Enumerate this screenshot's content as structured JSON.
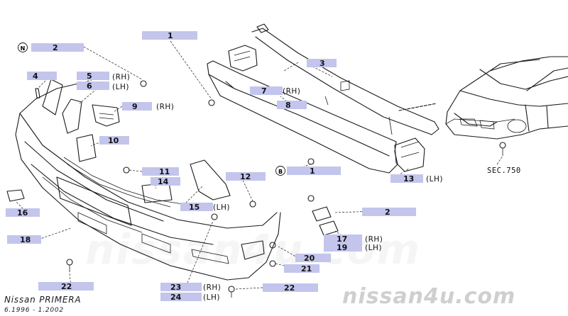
{
  "callouts": [
    {
      "num": "1",
      "side": ""
    },
    {
      "num": "2",
      "side": ""
    },
    {
      "num": "3",
      "side": ""
    },
    {
      "num": "4",
      "side": ""
    },
    {
      "num": "5",
      "side": "(RH)"
    },
    {
      "num": "6",
      "side": "(LH)"
    },
    {
      "num": "7",
      "side": "(RH)"
    },
    {
      "num": "8",
      "side": ""
    },
    {
      "num": "9",
      "side": "(RH)"
    },
    {
      "num": "10",
      "side": ""
    },
    {
      "num": "1",
      "side": ""
    },
    {
      "num": "11",
      "side": ""
    },
    {
      "num": "12",
      "side": ""
    },
    {
      "num": "13",
      "side": "(LH)"
    },
    {
      "num": "14",
      "side": ""
    },
    {
      "num": "15",
      "side": "(LH)"
    },
    {
      "num": "16",
      "side": ""
    },
    {
      "num": "2",
      "side": ""
    },
    {
      "num": "17",
      "side": "(RH)"
    },
    {
      "num": "18",
      "side": ""
    },
    {
      "num": "19",
      "side": "(LH)"
    },
    {
      "num": "20",
      "side": ""
    },
    {
      "num": "21",
      "side": ""
    },
    {
      "num": "22",
      "side": ""
    },
    {
      "num": "22",
      "side": ""
    },
    {
      "num": "23",
      "side": "(RH)"
    },
    {
      "num": "24",
      "side": "(LH)"
    }
  ],
  "markers": {
    "n": "N",
    "b": "B"
  },
  "section_ref": "SEC.750",
  "caption": {
    "model": "Nissan PRIMERA",
    "dates": "6.1996 - 1.2002"
  },
  "watermark": "nissan4u.com",
  "colors": {
    "highlight": "#c3c5ec",
    "line": "#1a1a1a",
    "watermark": "#cfcfcf"
  }
}
